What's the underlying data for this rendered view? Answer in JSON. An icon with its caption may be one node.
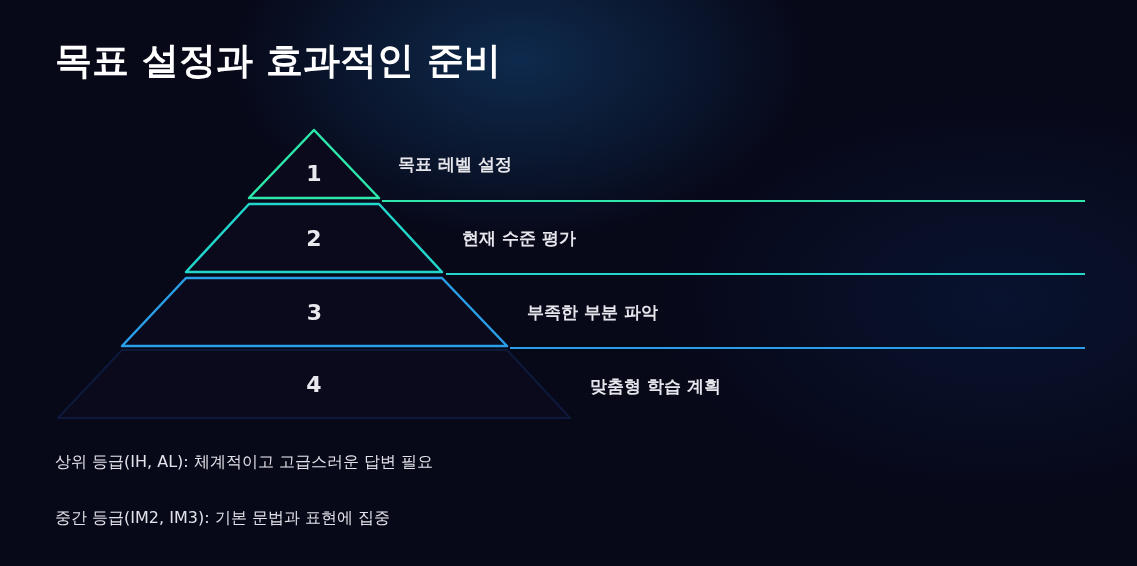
{
  "diagram": {
    "title": "목표 설정과 효과적인 준비",
    "nodes": [
      {
        "text": [
          "1"
        ],
        "beside": [
          "목표 레벨 설정"
        ]
      },
      {
        "text": [
          "2"
        ],
        "beside": [
          "현재 수준 평가"
        ]
      },
      {
        "text": [
          "3"
        ],
        "beside": [
          "부족한 부분 파악"
        ]
      },
      {
        "text": [
          "4"
        ],
        "beside": [
          "맞춤형 학습 계획"
        ]
      }
    ],
    "labels": [
      "상위 등급(IH, AL): 체계적이고 고급스러운 답변 필요",
      "중간 등급(IM2, IM3): 기본 문법과 표현에 집중"
    ]
  }
}
